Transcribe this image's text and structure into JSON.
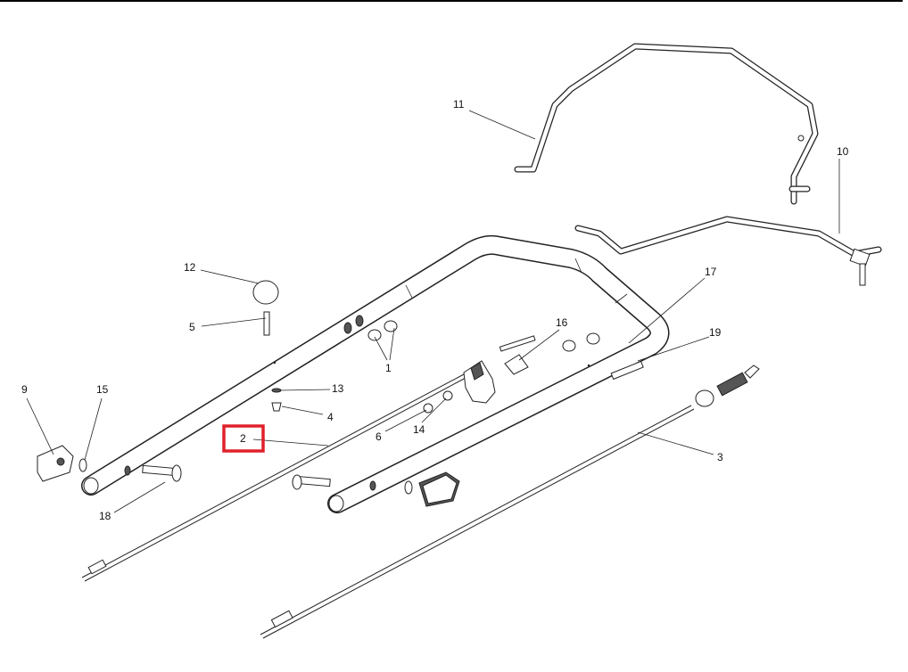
{
  "diagram": {
    "callouts": [
      {
        "id": "1",
        "text": "1"
      },
      {
        "id": "2",
        "text": "2"
      },
      {
        "id": "3",
        "text": "3"
      },
      {
        "id": "4",
        "text": "4"
      },
      {
        "id": "5",
        "text": "5"
      },
      {
        "id": "6",
        "text": "6"
      },
      {
        "id": "9",
        "text": "9"
      },
      {
        "id": "10",
        "text": "10"
      },
      {
        "id": "11",
        "text": "11"
      },
      {
        "id": "12",
        "text": "12"
      },
      {
        "id": "13",
        "text": "13"
      },
      {
        "id": "14",
        "text": "14"
      },
      {
        "id": "15",
        "text": "15"
      },
      {
        "id": "16",
        "text": "16"
      },
      {
        "id": "17",
        "text": "17"
      },
      {
        "id": "18",
        "text": "18"
      },
      {
        "id": "19",
        "text": "19"
      }
    ],
    "highlighted_callout": "2",
    "highlight_color": "#e0202a"
  }
}
